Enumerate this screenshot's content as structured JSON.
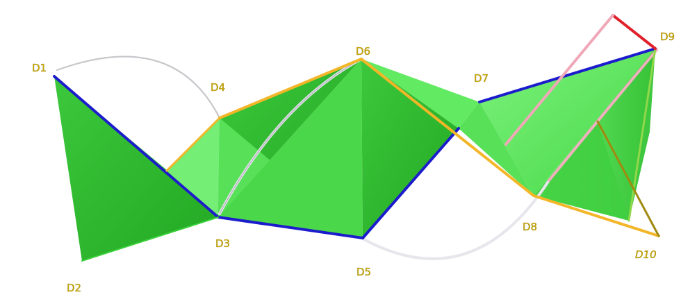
{
  "diagram": {
    "vertex_labels": {
      "d1": "D1",
      "d2": "D2",
      "d3": "D3",
      "d4": "D4",
      "d5": "D5",
      "d6": "D6",
      "d7": "D7",
      "d8": "D8",
      "d9": "D9",
      "d10": "D10"
    },
    "colors": {
      "face_light": "#66ee66",
      "face_mid": "#4ddc4d",
      "face_dark": "#2fb82f",
      "edge_blue": "#1c1ccc",
      "edge_orange": "#f2b628",
      "edge_red": "#e0202a",
      "edge_pink": "#f0a8b8",
      "arc_white": "#f0f0f4",
      "edge_olive": "#a08a10",
      "label_gold": "#c9a800"
    }
  }
}
